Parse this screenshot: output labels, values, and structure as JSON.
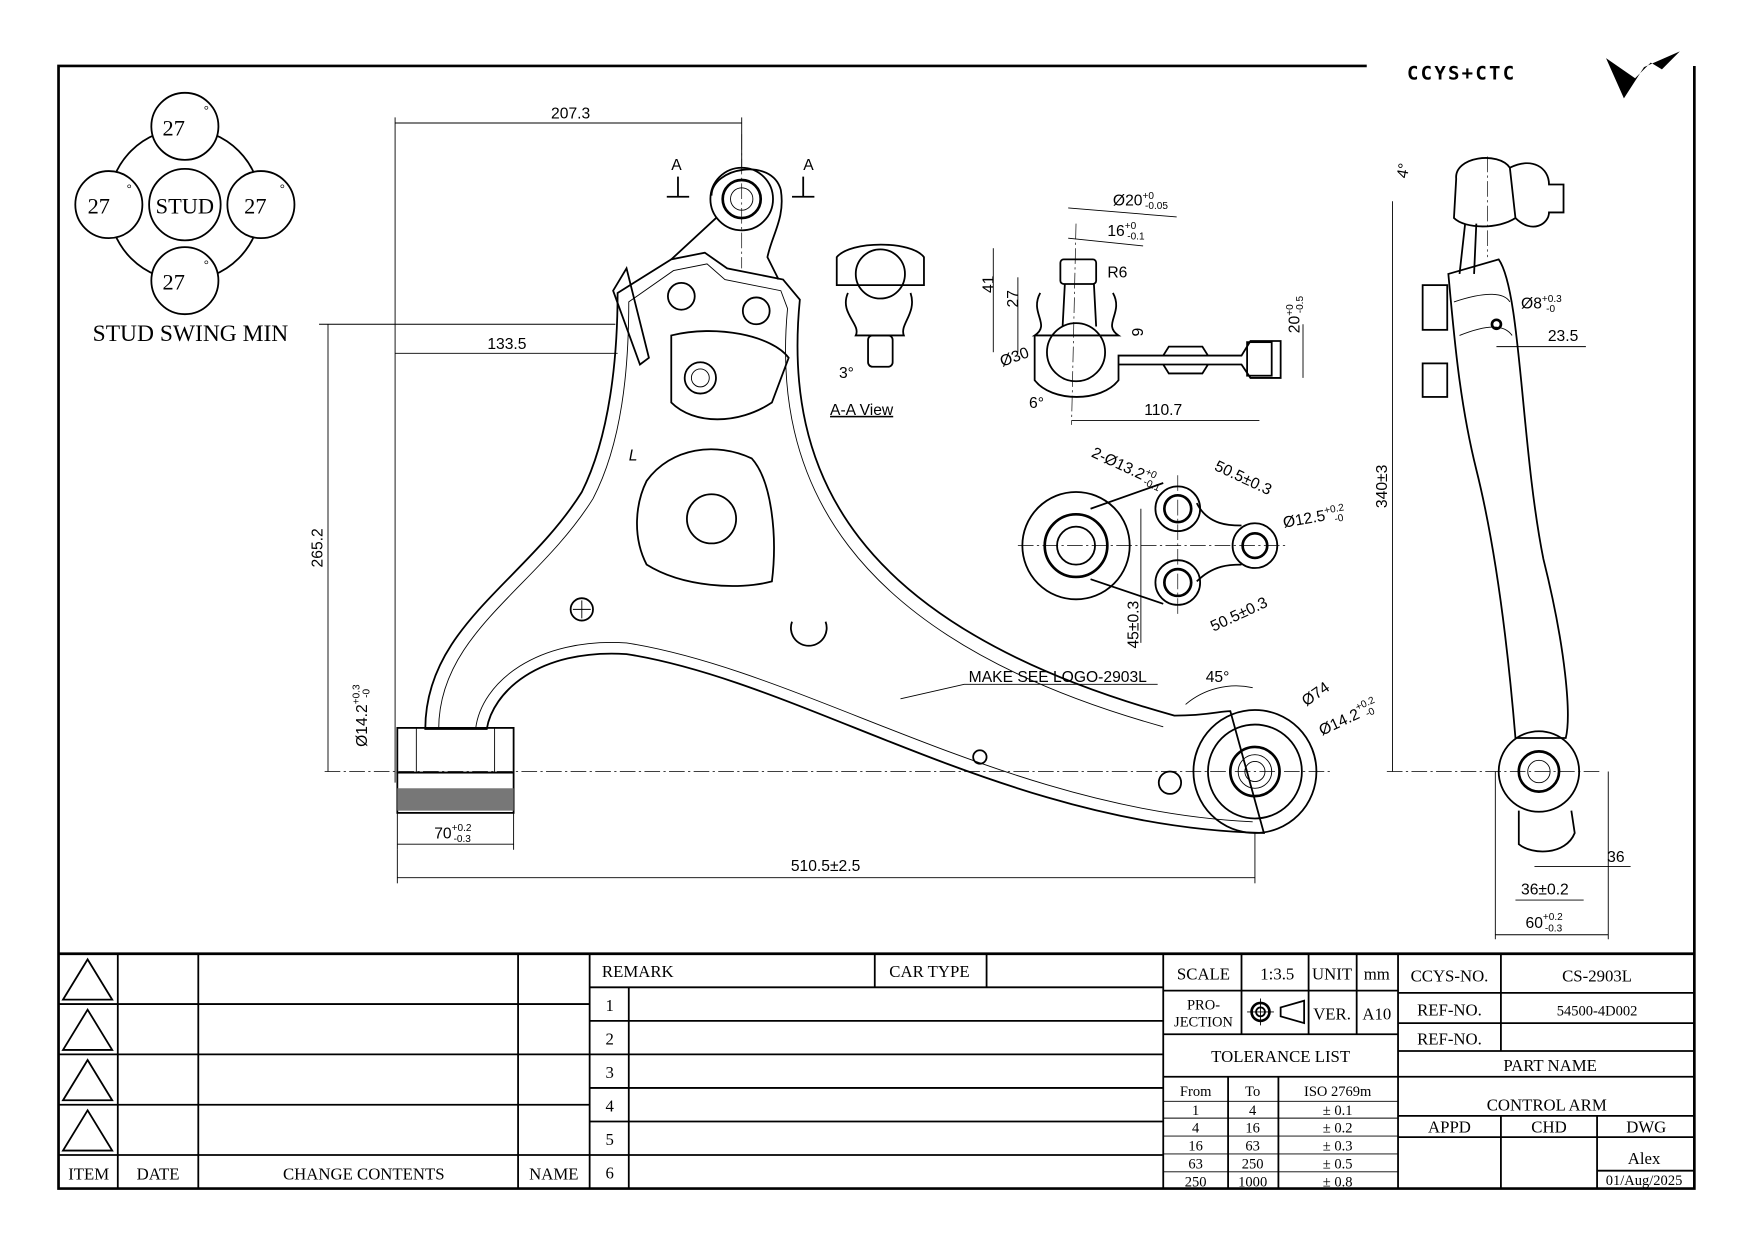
{
  "logo": {
    "text": "CCYS+CTC"
  },
  "stud_swing": {
    "angles": [
      "27",
      "27",
      "27",
      "27"
    ],
    "degree": "°",
    "center": "STUD",
    "label": "STUD SWING MIN"
  },
  "front_view": {
    "section_mark": "A",
    "dims": {
      "d207": "207.3",
      "d133": "133.5",
      "d265": "265.2",
      "d14_2": "Ø14.2",
      "d14_2_tol_up": "+0.3",
      "d14_2_tol_dn": "-0",
      "d70": "70",
      "d70_tol_up": "+0.2",
      "d70_tol_dn": "-0.3",
      "d510": "510.5±2.5",
      "d45deg": "45°",
      "d74": "Ø74",
      "d14_2b": "Ø14.2",
      "d14_2b_tol_up": "+0.2",
      "d14_2b_tol_dn": "-0"
    },
    "side_letter": "L",
    "logo_note": "MAKE SEE LOGO-2903L"
  },
  "aa_view": {
    "label": "A-A View",
    "angle": "3°"
  },
  "ball_joint": {
    "d20": "Ø20",
    "d20_up": "+0",
    "d20_dn": "-0.05",
    "d16": "16",
    "d16_up": "+0",
    "d16_dn": "-0.1",
    "r6": "R6",
    "d41": "41",
    "d27": "27",
    "d9": "9",
    "d30": "Ø30",
    "d6deg": "6°",
    "d110": "110.7",
    "d20b": "20",
    "d20b_up": "+0",
    "d20b_dn": "-0.5"
  },
  "flange": {
    "holes": "2-Ø13.2",
    "holes_up": "+0",
    "holes_dn": "-0.1",
    "d50a": "50.5±0.3",
    "d50b": "50.5±0.3",
    "d12_5": "Ø12.5",
    "d12_5_up": "+0.2",
    "d12_5_dn": "-0",
    "d45": "45±0.3"
  },
  "side_view": {
    "d4deg": "4°",
    "d8": "Ø8",
    "d8_up": "+0.3",
    "d8_dn": "-0",
    "d23_5": "23.5",
    "d340": "340±3",
    "d36": "36",
    "d36tol": "36±0.2",
    "d60": "60",
    "d60_up": "+0.2",
    "d60_dn": "-0.3"
  },
  "revision_table": {
    "headers": [
      "ITEM",
      "DATE",
      "CHANGE CONTENTS",
      "NAME"
    ]
  },
  "remark_table": {
    "remark": "REMARK",
    "car_type": "CAR TYPE",
    "rows": [
      "1",
      "2",
      "3",
      "4",
      "5",
      "6"
    ]
  },
  "title_block": {
    "scale_label": "SCALE",
    "scale": "1:3.5",
    "unit_label": "UNIT",
    "unit": "mm",
    "projection_1": "PRO-",
    "projection_2": "JECTION",
    "ver_label": "VER.",
    "ver": "A10",
    "tolerance_title": "TOLERANCE LIST",
    "tolerance_headers": [
      "From",
      "To",
      "ISO 2769m"
    ],
    "tolerance_rows": [
      [
        "1",
        "4",
        "± 0.1"
      ],
      [
        "4",
        "16",
        "± 0.2"
      ],
      [
        "16",
        "63",
        "± 0.3"
      ],
      [
        "63",
        "250",
        "± 0.5"
      ],
      [
        "250",
        "1000",
        "± 0.8"
      ]
    ],
    "ccys_no_label": "CCYS-NO.",
    "ccys_no": "CS-2903L",
    "ref_no_label": "REF-NO.",
    "ref_no": "54500-4D002",
    "ref_no2_label": "REF-NO.",
    "ref_no2": "",
    "part_name_label": "PART NAME",
    "part_name": "CONTROL ARM",
    "appd": "APPD",
    "chd": "CHD",
    "dwg": "DWG",
    "drawn_by": "Alex",
    "date": "01/Aug/2025"
  }
}
